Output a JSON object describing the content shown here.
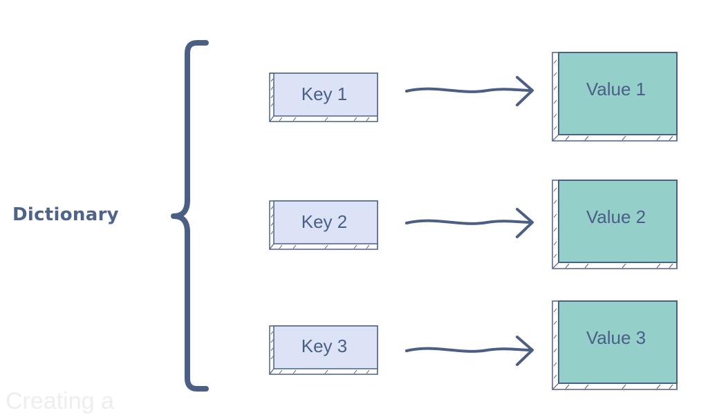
{
  "diagram": {
    "label": "Dictionary",
    "footer_text": "Creating a",
    "colors": {
      "ink": "#4b5e85",
      "key_fill": "#dde3f6",
      "value_fill": "#94cfca"
    },
    "pairs": [
      {
        "key": "Key 1",
        "value": "Value 1"
      },
      {
        "key": "Key 2",
        "value": "Value 2"
      },
      {
        "key": "Key 3",
        "value": "Value 3"
      }
    ]
  }
}
